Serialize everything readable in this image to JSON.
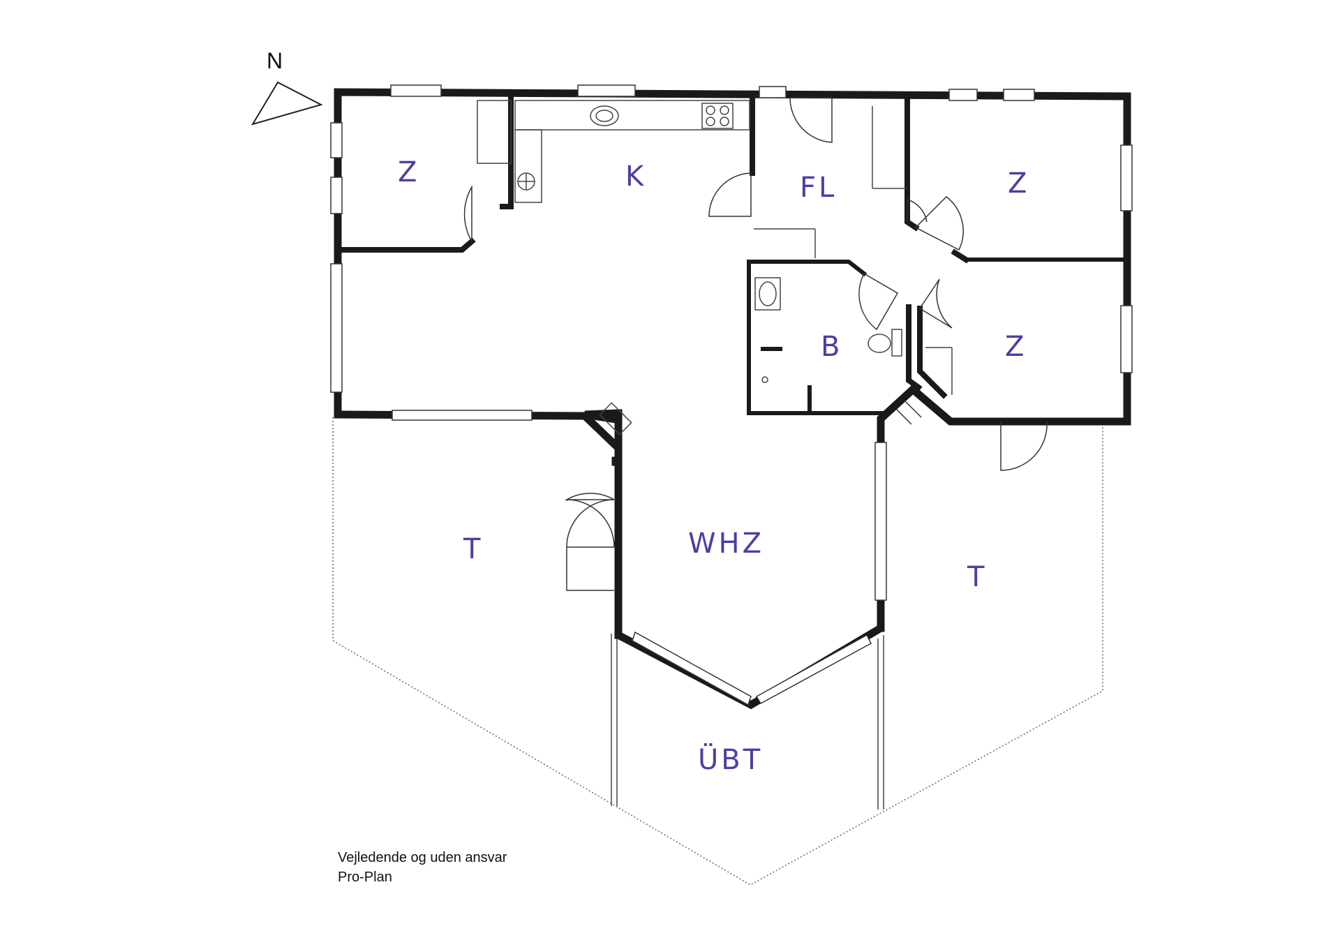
{
  "compass": {
    "label": "N"
  },
  "rooms": [
    {
      "id": "room-z-1",
      "label": "Z"
    },
    {
      "id": "room-k",
      "label": "K"
    },
    {
      "id": "room-fl",
      "label": "FL"
    },
    {
      "id": "room-z-2",
      "label": "Z"
    },
    {
      "id": "room-b",
      "label": "B"
    },
    {
      "id": "room-z-3",
      "label": "Z"
    },
    {
      "id": "room-t-1",
      "label": "T"
    },
    {
      "id": "room-whz",
      "label": "WHZ"
    },
    {
      "id": "room-t-2",
      "label": "T"
    },
    {
      "id": "room-ubt",
      "label": "ÜBT"
    }
  ],
  "footer": {
    "line1": "Vejledende og uden ansvar",
    "line2": "Pro-Plan"
  }
}
